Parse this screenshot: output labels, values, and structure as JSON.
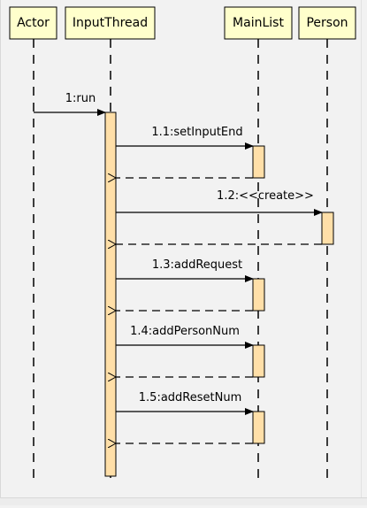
{
  "diagram": {
    "participants": [
      {
        "id": "actor",
        "label": "Actor"
      },
      {
        "id": "input",
        "label": "InputThread"
      },
      {
        "id": "main",
        "label": "MainList"
      },
      {
        "id": "person",
        "label": "Person"
      }
    ],
    "messages": [
      {
        "label": "1:run",
        "from": "actor",
        "to": "input"
      },
      {
        "label": "1.1:setInputEnd",
        "from": "input",
        "to": "main"
      },
      {
        "label": "1.2:<<create>>",
        "from": "input",
        "to": "person"
      },
      {
        "label": "1.3:addRequest",
        "from": "input",
        "to": "main"
      },
      {
        "label": "1.4:addPersonNum",
        "from": "input",
        "to": "main"
      },
      {
        "label": "1.5:addResetNum",
        "from": "input",
        "to": "main"
      }
    ],
    "colors": {
      "participant_fill": "#ffffcc",
      "activation_fill": "#ffdfa8",
      "line": "#000000"
    }
  }
}
